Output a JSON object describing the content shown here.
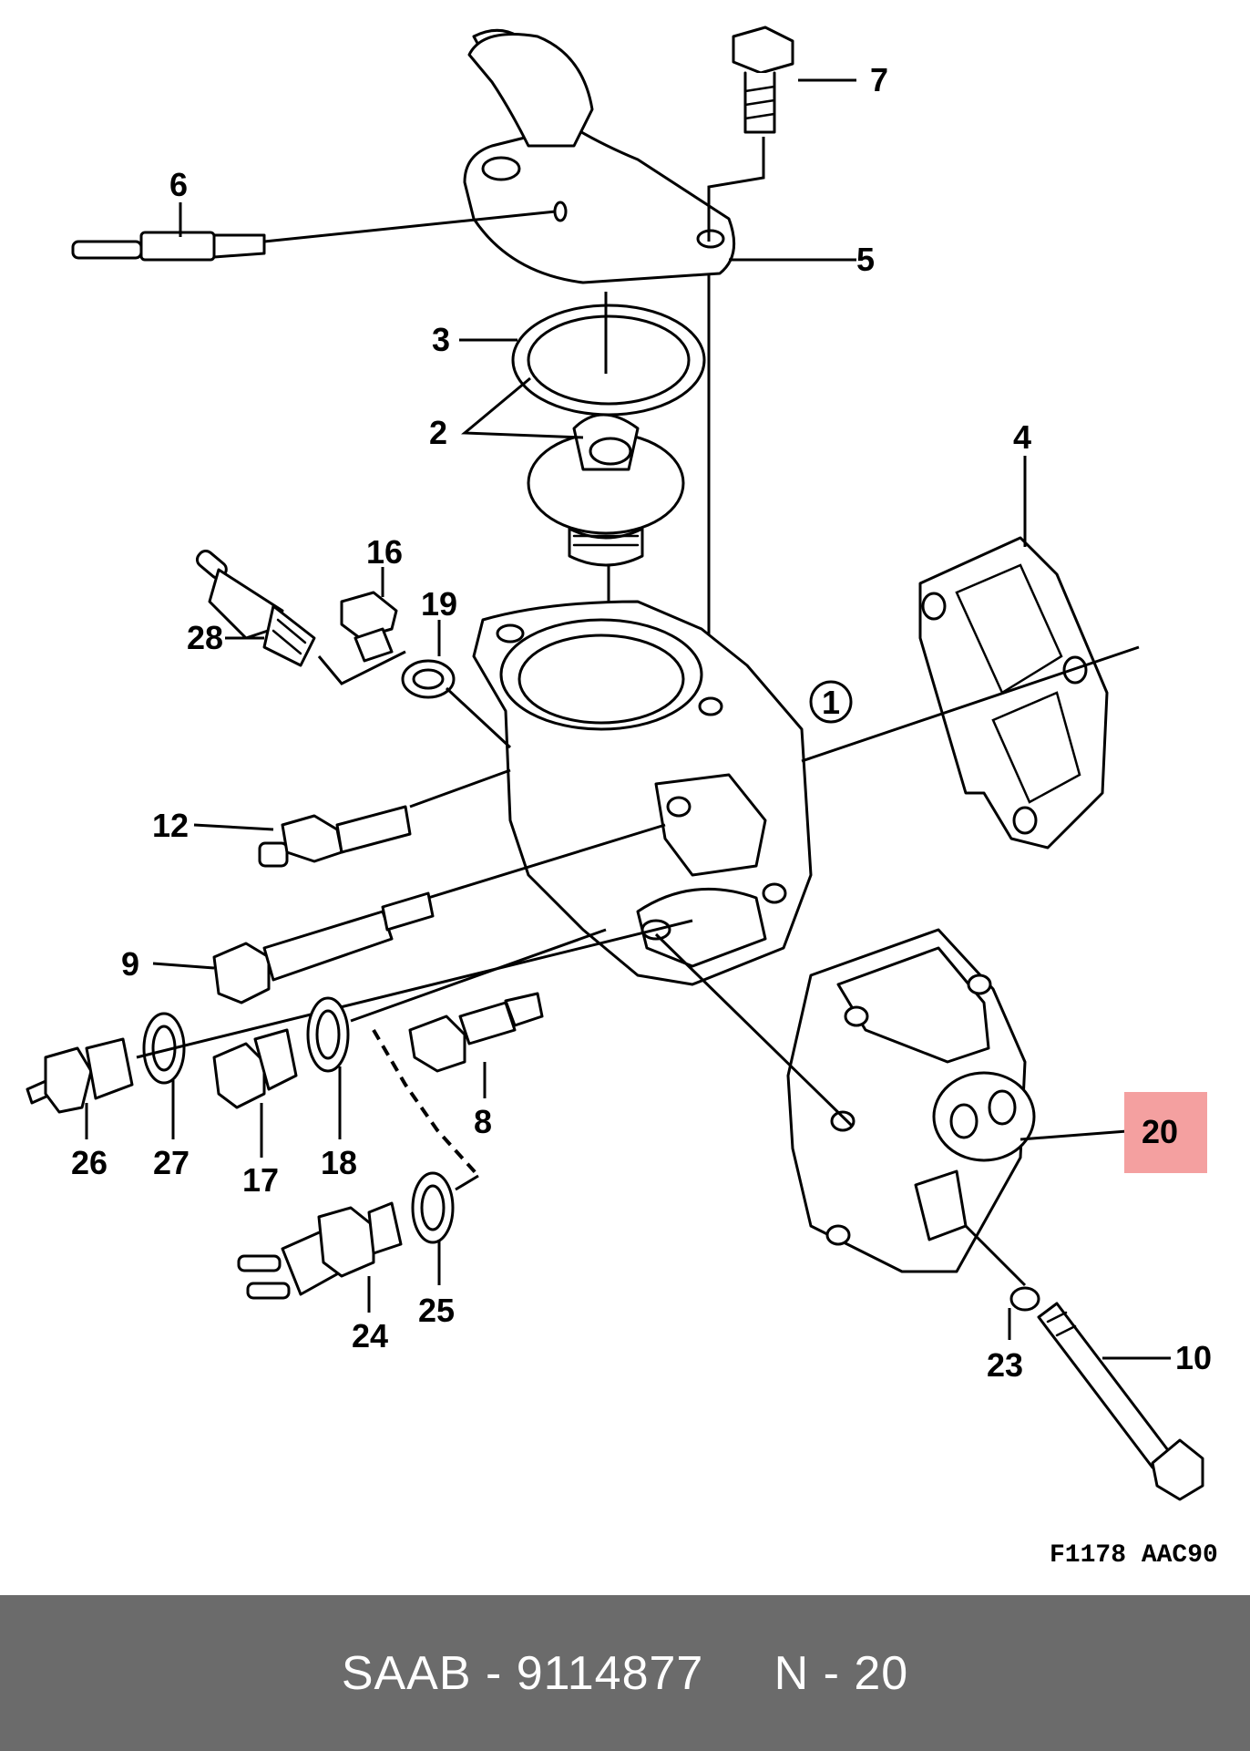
{
  "diagram": {
    "drawing_code": "F1178 AAC90",
    "highlight_color": "#f4a0a0",
    "highlighted_part": "20",
    "callouts": [
      "1",
      "2",
      "3",
      "4",
      "5",
      "6",
      "7",
      "8",
      "9",
      "10",
      "12",
      "16",
      "17",
      "18",
      "19",
      "20",
      "23",
      "24",
      "25",
      "26",
      "27",
      "28"
    ]
  },
  "footer": {
    "text": "SAAB - 9114877     N - 20",
    "background_color": "#6b6b6b"
  }
}
